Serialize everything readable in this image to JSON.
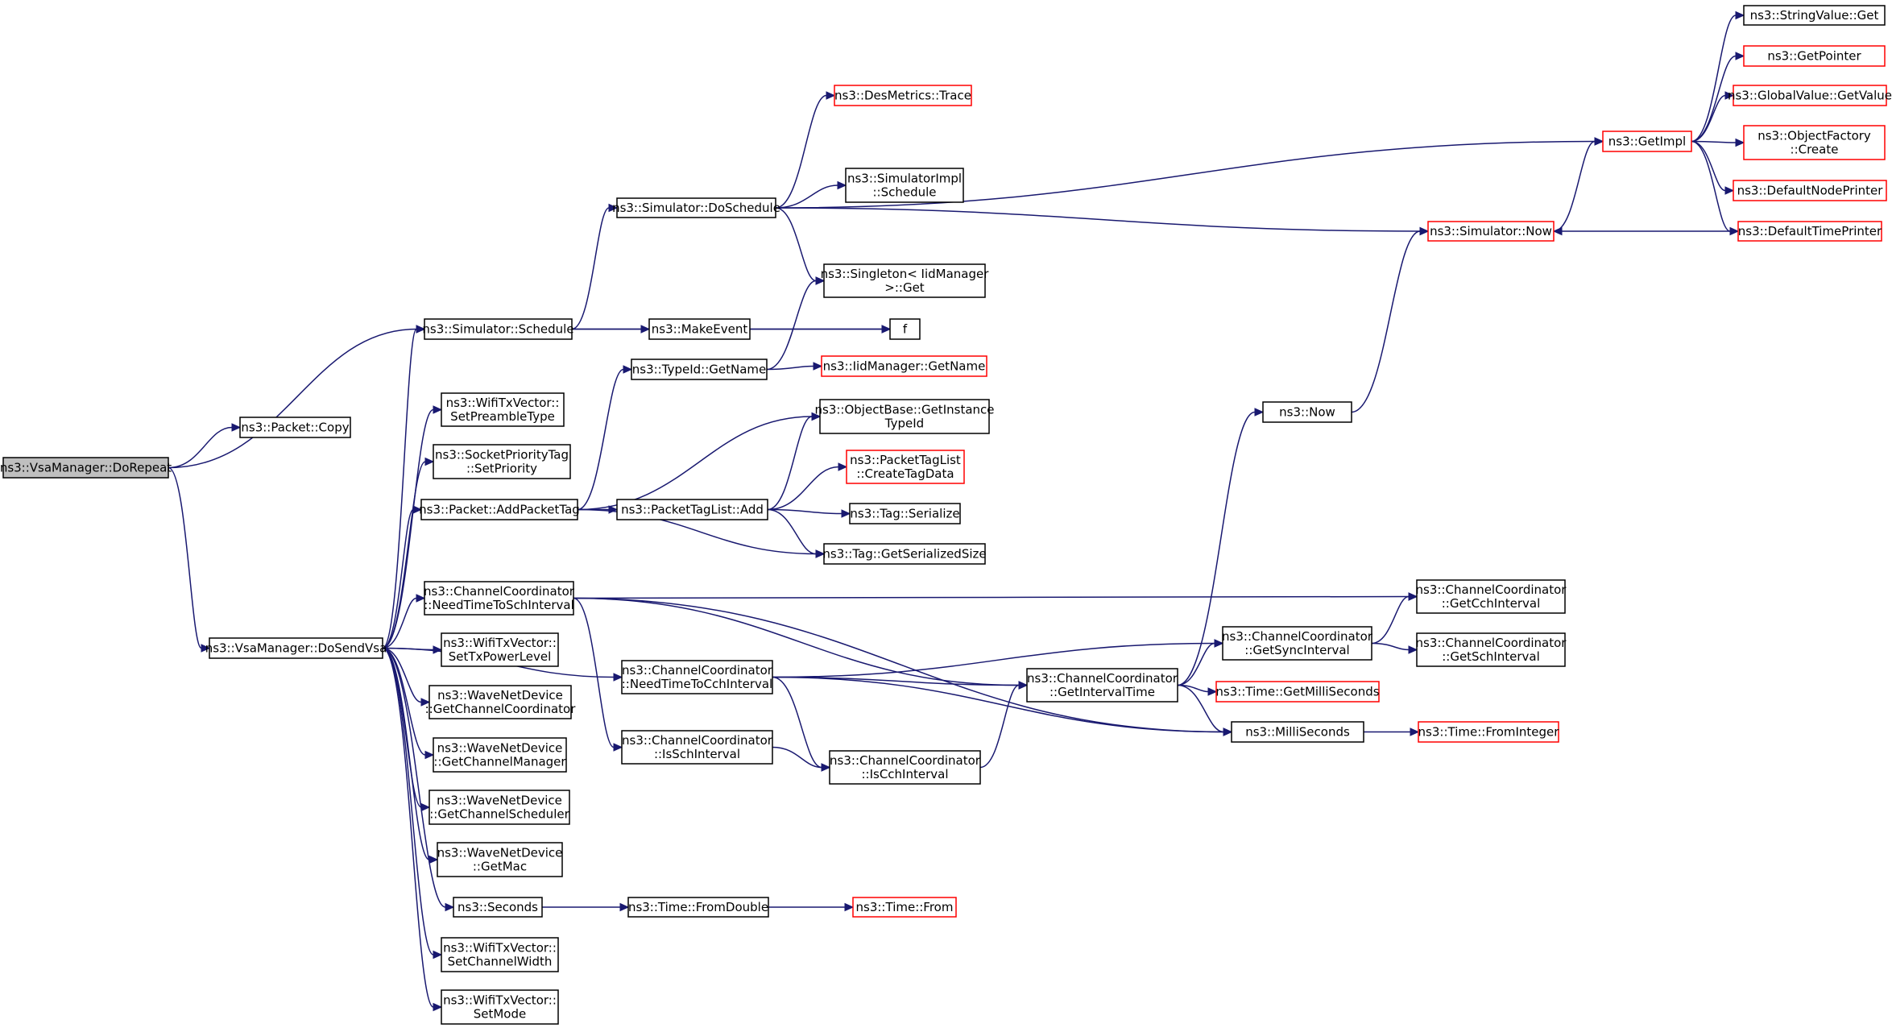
{
  "title": "",
  "nodes": {
    "dorepeat": {
      "lines": [
        "ns3::VsaManager::DoRepeat"
      ],
      "style": "root"
    },
    "copy": {
      "lines": [
        "ns3::Packet::Copy"
      ],
      "style": "black"
    },
    "dosendvsa": {
      "lines": [
        "ns3::VsaManager::DoSendVsa"
      ],
      "style": "black"
    },
    "sim_schedule": {
      "lines": [
        "ns3::Simulator::Schedule"
      ],
      "style": "black"
    },
    "set_preamble": {
      "lines": [
        "ns3::WifiTxVector::",
        "SetPreambleType"
      ],
      "style": "black"
    },
    "set_priority": {
      "lines": [
        "ns3::SocketPriorityTag",
        "::SetPriority"
      ],
      "style": "black"
    },
    "add_packet_tag": {
      "lines": [
        "ns3::Packet::AddPacketTag"
      ],
      "style": "black"
    },
    "need_sch": {
      "lines": [
        "ns3::ChannelCoordinator",
        "::NeedTimeToSchInterval"
      ],
      "style": "black"
    },
    "set_txpower": {
      "lines": [
        "ns3::WifiTxVector::",
        "SetTxPowerLevel"
      ],
      "style": "black"
    },
    "get_chan_coord": {
      "lines": [
        "ns3::WaveNetDevice",
        "::GetChannelCoordinator"
      ],
      "style": "black"
    },
    "get_chan_mgr": {
      "lines": [
        "ns3::WaveNetDevice",
        "::GetChannelManager"
      ],
      "style": "black"
    },
    "get_chan_sched": {
      "lines": [
        "ns3::WaveNetDevice",
        "::GetChannelScheduler"
      ],
      "style": "black"
    },
    "get_mac": {
      "lines": [
        "ns3::WaveNetDevice",
        "::GetMac"
      ],
      "style": "black"
    },
    "seconds": {
      "lines": [
        "ns3::Seconds"
      ],
      "style": "black"
    },
    "set_chan_width": {
      "lines": [
        "ns3::WifiTxVector::",
        "SetChannelWidth"
      ],
      "style": "black"
    },
    "set_mode": {
      "lines": [
        "ns3::WifiTxVector::",
        "SetMode"
      ],
      "style": "black"
    },
    "do_schedule": {
      "lines": [
        "ns3::Simulator::DoSchedule"
      ],
      "style": "black"
    },
    "make_event": {
      "lines": [
        "ns3::MakeEvent"
      ],
      "style": "black"
    },
    "typeid_getname": {
      "lines": [
        "ns3::TypeId::GetName"
      ],
      "style": "black"
    },
    "ptl_add": {
      "lines": [
        "ns3::PacketTagList::Add"
      ],
      "style": "black"
    },
    "need_cch": {
      "lines": [
        "ns3::ChannelCoordinator",
        "::NeedTimeToCchInterval"
      ],
      "style": "black"
    },
    "is_sch": {
      "lines": [
        "ns3::ChannelCoordinator",
        "::IsSchInterval"
      ],
      "style": "black"
    },
    "time_fromdouble": {
      "lines": [
        "ns3::Time::FromDouble"
      ],
      "style": "black"
    },
    "desmetrics": {
      "lines": [
        "ns3::DesMetrics::Trace"
      ],
      "style": "red"
    },
    "simimpl_schedule": {
      "lines": [
        "ns3::SimulatorImpl",
        "::Schedule"
      ],
      "style": "black"
    },
    "singleton_get": {
      "lines": [
        "ns3::Singleton< IidManager",
        ">::Get"
      ],
      "style": "black"
    },
    "f": {
      "lines": [
        "f"
      ],
      "style": "black"
    },
    "iid_getname": {
      "lines": [
        "ns3::IidManager::GetName"
      ],
      "style": "red"
    },
    "objbase_typeid": {
      "lines": [
        "ns3::ObjectBase::GetInstance",
        "TypeId"
      ],
      "style": "black"
    },
    "ptl_create": {
      "lines": [
        "ns3::PacketTagList",
        "::CreateTagData"
      ],
      "style": "red"
    },
    "tag_serialize": {
      "lines": [
        "ns3::Tag::Serialize"
      ],
      "style": "black"
    },
    "tag_sersize": {
      "lines": [
        "ns3::Tag::GetSerializedSize"
      ],
      "style": "black"
    },
    "is_cch": {
      "lines": [
        "ns3::ChannelCoordinator",
        "::IsCchInterval"
      ],
      "style": "black"
    },
    "time_from": {
      "lines": [
        "ns3::Time::From"
      ],
      "style": "red"
    },
    "get_interval_time": {
      "lines": [
        "ns3::ChannelCoordinator",
        "::GetIntervalTime"
      ],
      "style": "black"
    },
    "ns3_now": {
      "lines": [
        "ns3::Now"
      ],
      "style": "black"
    },
    "get_millis": {
      "lines": [
        "ns3::Time::GetMilliSeconds"
      ],
      "style": "red"
    },
    "milliseconds": {
      "lines": [
        "ns3::MilliSeconds"
      ],
      "style": "black"
    },
    "get_sync": {
      "lines": [
        "ns3::ChannelCoordinator",
        "::GetSyncInterval"
      ],
      "style": "black"
    },
    "sim_now": {
      "lines": [
        "ns3::Simulator::Now"
      ],
      "style": "red"
    },
    "get_impl": {
      "lines": [
        "ns3::GetImpl"
      ],
      "style": "red"
    },
    "get_cch": {
      "lines": [
        "ns3::ChannelCoordinator",
        "::GetCchInterval"
      ],
      "style": "black"
    },
    "get_schint": {
      "lines": [
        "ns3::ChannelCoordinator",
        "::GetSchInterval"
      ],
      "style": "black"
    },
    "from_integer": {
      "lines": [
        "ns3::Time::FromInteger"
      ],
      "style": "red"
    },
    "stringvalue_get": {
      "lines": [
        "ns3::StringValue::Get"
      ],
      "style": "black"
    },
    "get_pointer": {
      "lines": [
        "ns3::GetPointer"
      ],
      "style": "red"
    },
    "globalvalue_get": {
      "lines": [
        "ns3::GlobalValue::GetValue"
      ],
      "style": "red"
    },
    "objfactory_create": {
      "lines": [
        "ns3::ObjectFactory",
        "::Create"
      ],
      "style": "red"
    },
    "default_node": {
      "lines": [
        "ns3::DefaultNodePrinter"
      ],
      "style": "red"
    },
    "default_time": {
      "lines": [
        "ns3::DefaultTimePrinter"
      ],
      "style": "red"
    }
  },
  "edges": [
    [
      "dorepeat",
      "copy"
    ],
    [
      "dorepeat",
      "sim_schedule"
    ],
    [
      "dorepeat",
      "dosendvsa"
    ],
    [
      "dosendvsa",
      "sim_schedule"
    ],
    [
      "dosendvsa",
      "set_preamble"
    ],
    [
      "dosendvsa",
      "set_priority"
    ],
    [
      "dosendvsa",
      "add_packet_tag"
    ],
    [
      "dosendvsa",
      "need_sch"
    ],
    [
      "dosendvsa",
      "need_cch"
    ],
    [
      "dosendvsa",
      "set_txpower"
    ],
    [
      "dosendvsa",
      "get_chan_coord"
    ],
    [
      "dosendvsa",
      "get_chan_mgr"
    ],
    [
      "dosendvsa",
      "get_chan_sched"
    ],
    [
      "dosendvsa",
      "get_mac"
    ],
    [
      "dosendvsa",
      "seconds"
    ],
    [
      "dosendvsa",
      "set_chan_width"
    ],
    [
      "dosendvsa",
      "set_mode"
    ],
    [
      "sim_schedule",
      "do_schedule"
    ],
    [
      "sim_schedule",
      "make_event"
    ],
    [
      "sim_schedule",
      "f"
    ],
    [
      "do_schedule",
      "desmetrics"
    ],
    [
      "do_schedule",
      "simimpl_schedule"
    ],
    [
      "do_schedule",
      "singleton_get"
    ],
    [
      "do_schedule",
      "get_impl"
    ],
    [
      "do_schedule",
      "sim_now"
    ],
    [
      "make_event",
      "f"
    ],
    [
      "add_packet_tag",
      "typeid_getname"
    ],
    [
      "add_packet_tag",
      "objbase_typeid"
    ],
    [
      "add_packet_tag",
      "ptl_add"
    ],
    [
      "add_packet_tag",
      "tag_sersize"
    ],
    [
      "typeid_getname",
      "singleton_get"
    ],
    [
      "typeid_getname",
      "iid_getname"
    ],
    [
      "ptl_add",
      "objbase_typeid"
    ],
    [
      "ptl_add",
      "ptl_create"
    ],
    [
      "ptl_add",
      "tag_serialize"
    ],
    [
      "ptl_add",
      "tag_sersize"
    ],
    [
      "need_sch",
      "get_cch"
    ],
    [
      "need_sch",
      "is_sch"
    ],
    [
      "need_sch",
      "get_interval_time"
    ],
    [
      "need_sch",
      "milliseconds"
    ],
    [
      "need_cch",
      "get_sync"
    ],
    [
      "need_cch",
      "get_interval_time"
    ],
    [
      "need_cch",
      "milliseconds"
    ],
    [
      "need_cch",
      "is_cch"
    ],
    [
      "is_sch",
      "is_cch"
    ],
    [
      "is_cch",
      "get_interval_time"
    ],
    [
      "get_interval_time",
      "get_sync"
    ],
    [
      "get_interval_time",
      "ns3_now"
    ],
    [
      "get_interval_time",
      "get_millis"
    ],
    [
      "get_interval_time",
      "milliseconds"
    ],
    [
      "get_sync",
      "get_cch"
    ],
    [
      "get_sync",
      "get_schint"
    ],
    [
      "milliseconds",
      "from_integer"
    ],
    [
      "ns3_now",
      "sim_now"
    ],
    [
      "sim_now",
      "get_impl"
    ],
    [
      "default_time",
      "sim_now"
    ],
    [
      "get_impl",
      "stringvalue_get"
    ],
    [
      "get_impl",
      "get_pointer"
    ],
    [
      "get_impl",
      "globalvalue_get"
    ],
    [
      "get_impl",
      "objfactory_create"
    ],
    [
      "get_impl",
      "default_node"
    ],
    [
      "get_impl",
      "default_time"
    ],
    [
      "seconds",
      "time_fromdouble"
    ],
    [
      "time_fromdouble",
      "time_from"
    ]
  ]
}
